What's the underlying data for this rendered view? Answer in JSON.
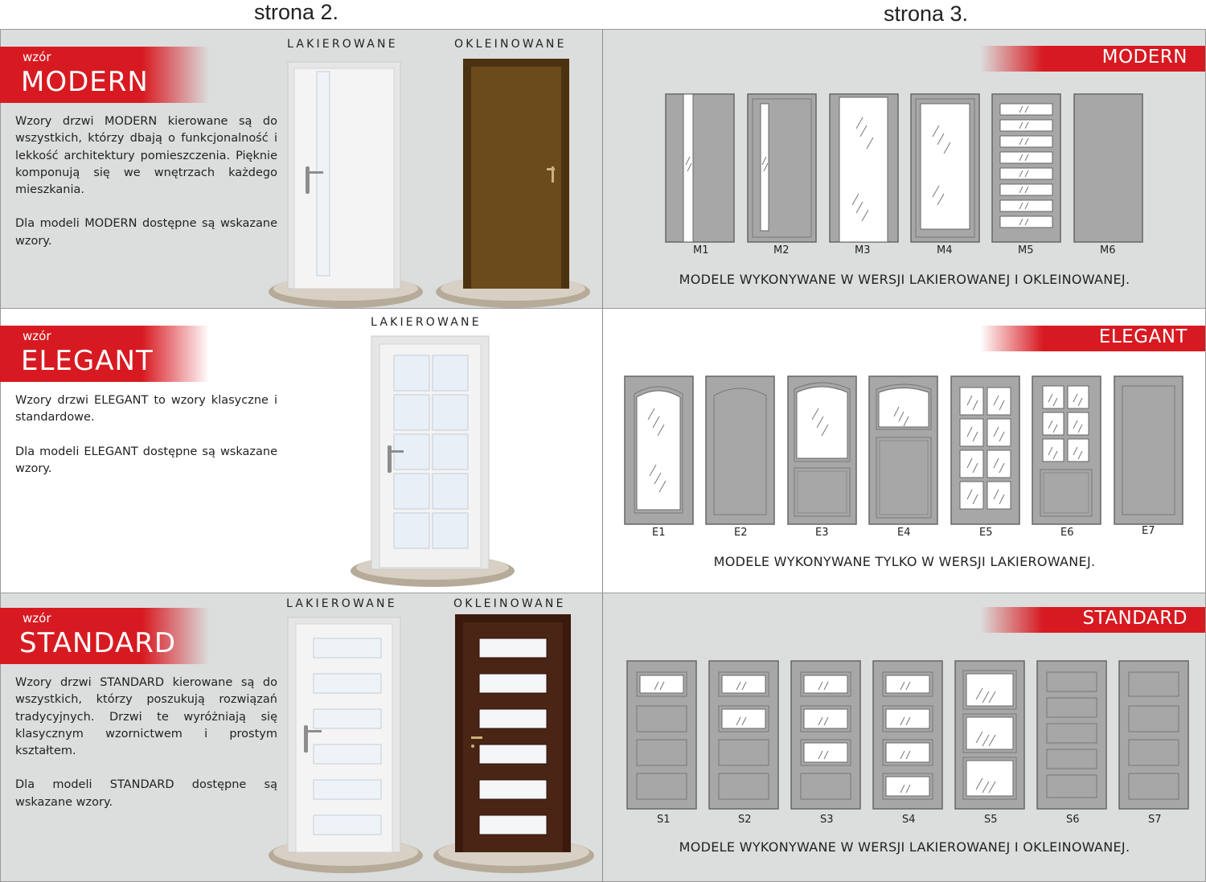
{
  "pages": {
    "left": "strona 2.",
    "right": "strona 3."
  },
  "sections": [
    {
      "id": "modern",
      "label_small": "wzór",
      "label_big": "MODERN",
      "paragraphs": [
        "Wzory drzwi MODERN kierowane są do wszystkich, którzy dbają o funkcjonalność i lekkość architektury pomieszczenia. Pięknie komponują się we wnętrzach każdego mieszkania.",
        "Dla modeli MODERN dostępne są wskazane wzory."
      ],
      "finishes": [
        "LAKIEROWANE",
        "OKLEINOWANE"
      ],
      "title": "MODERN",
      "models": [
        "M1",
        "M2",
        "M3",
        "M4",
        "M5",
        "M6"
      ],
      "caption": "MODELE WYKONYWANE W WERSJI LAKIEROWANEJ I OKLEINOWANEJ."
    },
    {
      "id": "elegant",
      "label_small": "wzór",
      "label_big": "ELEGANT",
      "paragraphs": [
        "Wzory drzwi ELEGANT to wzory klasyczne i standardowe.",
        "Dla modeli ELEGANT dostępne są wskazane wzory."
      ],
      "finishes": [
        "LAKIEROWANE"
      ],
      "title": "ELEGANT",
      "models": [
        "E1",
        "E2",
        "E3",
        "E4",
        "E5",
        "E6",
        "E7"
      ],
      "caption": "MODELE WYKONYWANE TYLKO W WERSJI LAKIEROWANEJ."
    },
    {
      "id": "standard",
      "label_small": "wzór",
      "label_big": "STANDARD",
      "paragraphs": [
        "Wzory drzwi STANDARD kierowane są do wszystkich, którzy poszukują rozwiązań tradycyjnych. Drzwi te wyróżniają się klasycznym wzornictwem i prostym kształtem.",
        "Dla modeli STANDARD dostępne są wskazane wzory."
      ],
      "finishes": [
        "LAKIEROWANE",
        "OKLEINOWANE"
      ],
      "title": "STANDARD",
      "models": [
        "S1",
        "S2",
        "S3",
        "S4",
        "S5",
        "S6",
        "S7"
      ],
      "caption": "MODELE WYKONYWANE W WERSJI LAKIEROWANEJ I OKLEINOWANEJ."
    }
  ],
  "colors": {
    "accent": "#d71a21",
    "panel_gray": "#dcdddd",
    "door_gray": "#a7a7a7",
    "veneer_oak": "#6b4a1c",
    "veneer_walnut": "#4a2414"
  }
}
